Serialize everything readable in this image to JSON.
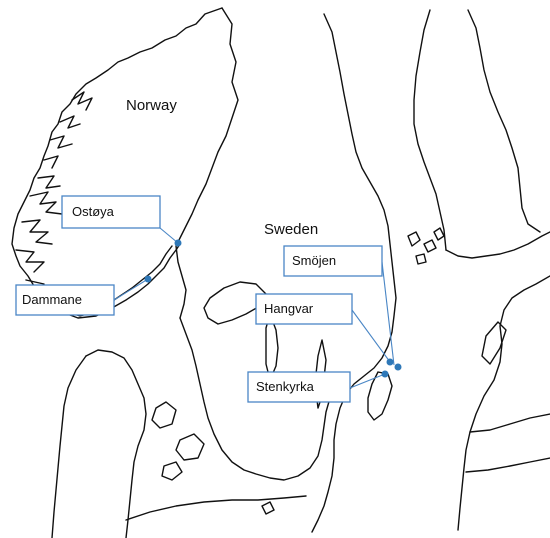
{
  "countries": {
    "norway": "Norway",
    "sweden": "Sweden"
  },
  "sites": {
    "ostoya": "Ostøya",
    "dammane": "Dammane",
    "smojen": "Smöjen",
    "hangvar": "Hangvar",
    "stenkyrka": "Stenkyrka"
  },
  "colors": {
    "marker": "#2e78b8",
    "callout_border": "#4a86c5",
    "coastline": "#111111"
  }
}
